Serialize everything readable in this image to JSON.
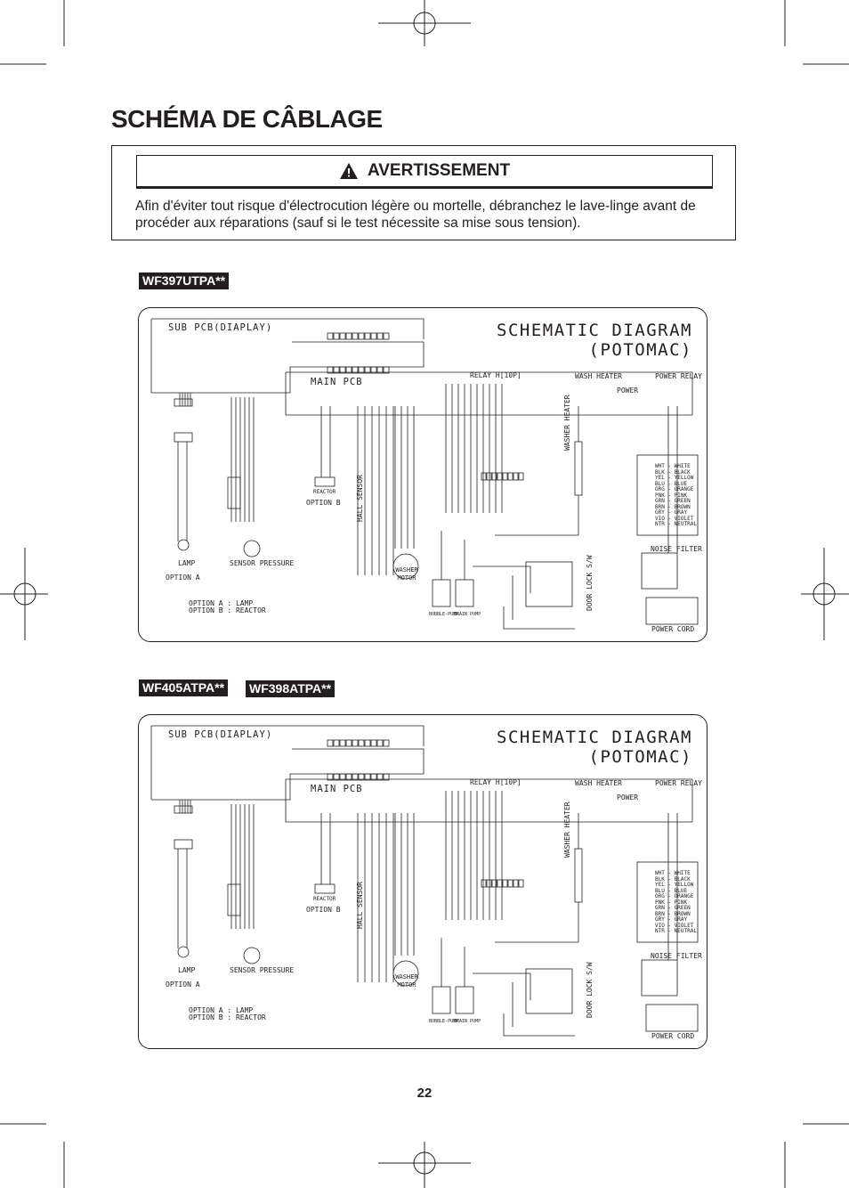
{
  "page": {
    "heading": "SCHÉMA DE CÂBLAGE",
    "page_number": "22"
  },
  "warning": {
    "icon": "warning-triangle-icon",
    "label": "AVERTISSEMENT",
    "text": "Afin d'éviter tout risque d'électrocution légère ou mortelle, débranchez le lave-linge avant de procéder aux réparations (sauf si le test nécessite sa mise sous tension)."
  },
  "diagram_a": {
    "models": [
      "WF397UTPA**"
    ],
    "title_line1": "SCHEMATIC DIAGRAM",
    "title_line2": "(POTOMAC)",
    "sub_pcb": "SUB PCB(DIAPLAY)",
    "main_pcb": "MAIN PCB",
    "relay": "RELAY H[10P]",
    "wash_heater": "WASH HEATER",
    "power_relay": "POWER RELAY",
    "power": "POWER",
    "washer_heater": "WASHER HEATER",
    "door_lock": "DOOR LOCK S/W",
    "noise_filter": "NOISE FILTER",
    "power_cord": "POWER CORD",
    "lamp": "LAMP",
    "option_a_label": "OPTION A",
    "option_b_label": "OPTION B",
    "reactor": "REACTOR",
    "sensor_pressure": "SENSOR PRESSURE",
    "hall_sensor": "HALL SENSOR",
    "washer_motor": "WASHER MOTOR",
    "bubble_pump": "BUBBLE-PUMP",
    "drain_pump": "DRAIN PUMP",
    "option_a": "OPTION A : LAMP",
    "option_b": "OPTION B : REACTOR"
  },
  "diagram_b": {
    "models": [
      "WF405ATPA**",
      "WF398ATPA**"
    ],
    "title_line1": "SCHEMATIC DIAGRAM",
    "title_line2": "(POTOMAC)",
    "sub_pcb": "SUB PCB(DIAPLAY)",
    "main_pcb": "MAIN PCB",
    "relay": "RELAY H[10P]",
    "wash_heater": "WASH HEATER",
    "power_relay": "POWER RELAY",
    "power": "POWER",
    "washer_heater": "WASHER HEATER",
    "door_lock": "DOOR LOCK S/W",
    "noise_filter": "NOISE FILTER",
    "power_cord": "POWER CORD",
    "lamp": "LAMP",
    "option_a_label": "OPTION A",
    "option_b_label": "OPTION B",
    "reactor": "REACTOR",
    "sensor_pressure": "SENSOR PRESSURE",
    "hall_sensor": "HALL SENSOR",
    "washer_motor": "WASHER MOTOR",
    "bubble_pump": "BUBBLE-PUMP",
    "drain_pump": "DRAIN PUMP",
    "option_a": "OPTION A : LAMP",
    "option_b": "OPTION B : REACTOR"
  },
  "color_legend": "WHT - WHITE\nBLK - BLACK\nYEL - YELLOW\nBLU - BLUE\nORG - ORANGE\nPNK - PINK\nGRN - GREEN\nBRN - BROWN\nGRY - GRAY\nVIO - VIOLET\nNTR - NEUTRAL"
}
